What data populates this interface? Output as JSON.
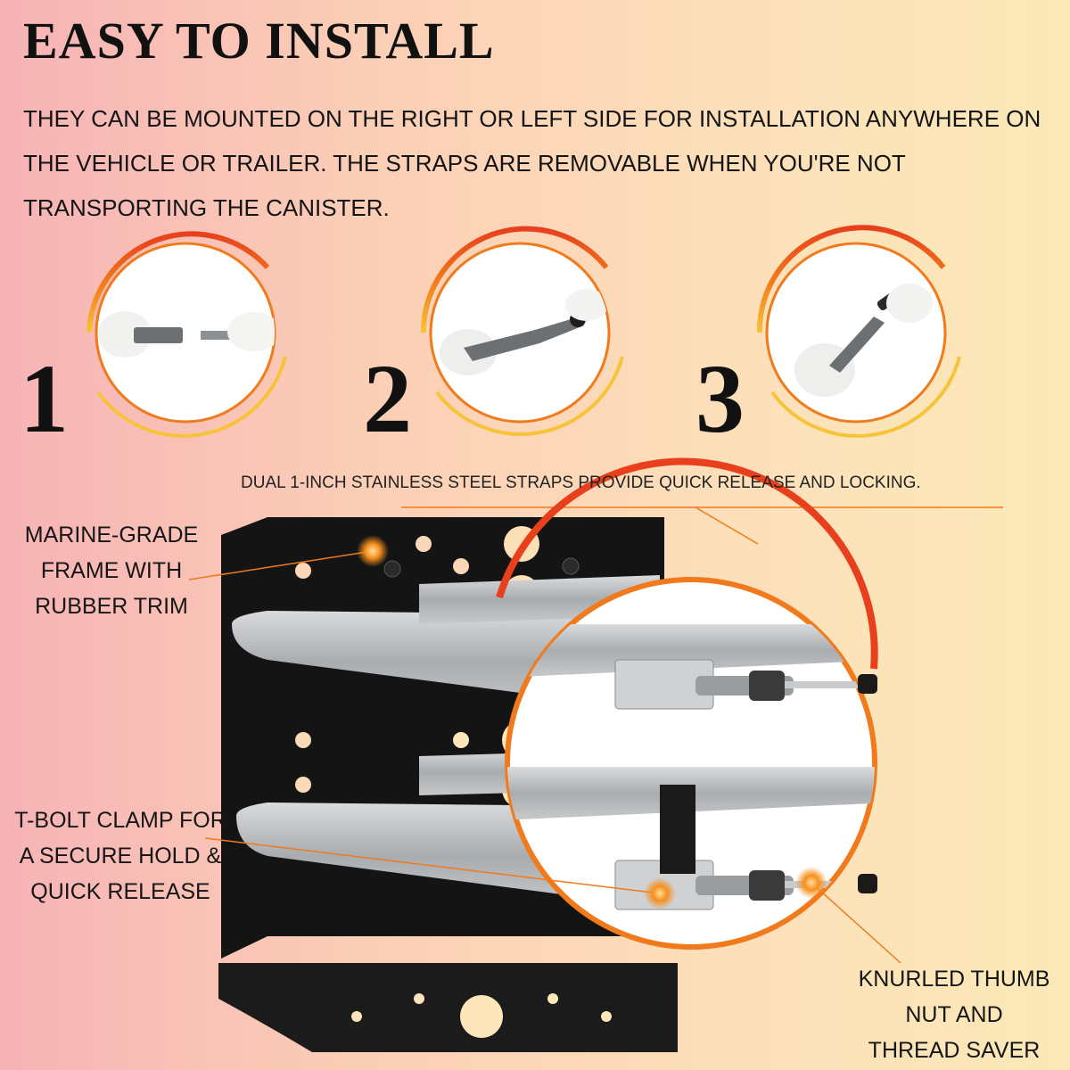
{
  "heading": "EASY TO INSTALL",
  "intro_text": "THEY CAN BE MOUNTED ON THE RIGHT OR LEFT SIDE FOR INSTALLATION ANYWHERE ON THE VEHICLE OR TRAILER. THE STRAPS ARE REMOVABLE WHEN YOU'RE NOT TRANSPORTING THE CANISTER.",
  "steps": [
    {
      "number": "1"
    },
    {
      "number": "2"
    },
    {
      "number": "3"
    }
  ],
  "callouts": {
    "straps": "DUAL 1-INCH STAINLESS STEEL STRAPS PROVIDE QUICK RELEASE AND LOCKING.",
    "frame": [
      "MARINE-GRADE",
      "FRAME WITH",
      "RUBBER TRIM"
    ],
    "clamp": [
      "T-BOLT CLAMP FOR",
      "A SECURE HOLD &",
      "QUICK RELEASE"
    ],
    "nut": [
      "KNURLED THUMB",
      "NUT AND",
      "THREAD SAVER"
    ]
  },
  "colors": {
    "accent_orange": "#f07a1c",
    "accent_red": "#e8401c",
    "accent_yellow": "#f7c338",
    "frame_black": "#141414",
    "steel": "#b9bcbf"
  }
}
